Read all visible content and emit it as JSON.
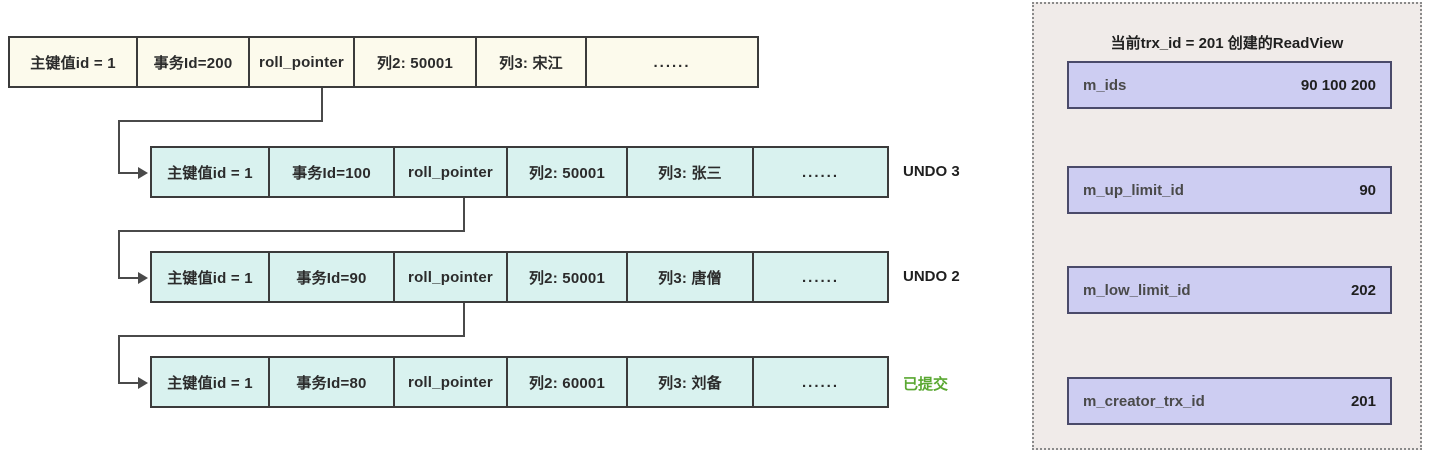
{
  "current_record": {
    "fill": "#fcfaec",
    "cells": [
      {
        "name": "primary-key",
        "text": "主键值id = 1",
        "width": 128
      },
      {
        "name": "trx-id",
        "text": "事务Id=200",
        "width": 112
      },
      {
        "name": "roll-pointer",
        "text": "roll_pointer",
        "width": 105
      },
      {
        "name": "column-2",
        "text": "列2: 50001",
        "width": 122
      },
      {
        "name": "column-3",
        "text": "列3: 宋江",
        "width": 110
      },
      {
        "name": "more",
        "text": "......",
        "width": 170
      }
    ]
  },
  "undo_records": [
    {
      "label": "UNDO 3",
      "label_kind": "undo",
      "cells": [
        {
          "name": "primary-key",
          "text": "主键值id = 1",
          "width": 118
        },
        {
          "name": "trx-id",
          "text": "事务Id=100",
          "width": 125
        },
        {
          "name": "roll-pointer",
          "text": "roll_pointer",
          "width": 113
        },
        {
          "name": "column-2",
          "text": "列2: 50001",
          "width": 120
        },
        {
          "name": "column-3",
          "text": "列3: 张三",
          "width": 126
        },
        {
          "name": "more",
          "text": "......",
          "width": 133
        }
      ]
    },
    {
      "label": "UNDO 2",
      "label_kind": "undo",
      "cells": [
        {
          "name": "primary-key",
          "text": "主键值id = 1",
          "width": 118
        },
        {
          "name": "trx-id",
          "text": "事务Id=90",
          "width": 125
        },
        {
          "name": "roll-pointer",
          "text": "roll_pointer",
          "width": 113
        },
        {
          "name": "column-2",
          "text": "列2: 50001",
          "width": 120
        },
        {
          "name": "column-3",
          "text": "列3: 唐僧",
          "width": 126
        },
        {
          "name": "more",
          "text": "......",
          "width": 133
        }
      ]
    },
    {
      "label": "已提交",
      "label_kind": "committed",
      "cells": [
        {
          "name": "primary-key",
          "text": "主键值id = 1",
          "width": 118
        },
        {
          "name": "trx-id",
          "text": "事务Id=80",
          "width": 125
        },
        {
          "name": "roll-pointer",
          "text": "roll_pointer",
          "width": 113
        },
        {
          "name": "column-2",
          "text": "列2: 60001",
          "width": 120
        },
        {
          "name": "column-3",
          "text": "列3: 刘备",
          "width": 126
        },
        {
          "name": "more",
          "text": "......",
          "width": 133
        }
      ]
    }
  ],
  "readview": {
    "title": "当前trx_id = 201 创建的ReadView",
    "fields": [
      {
        "key": "m_ids",
        "value": "90  100  200"
      },
      {
        "key": "m_up_limit_id",
        "value": "90"
      },
      {
        "key": "m_low_limit_id",
        "value": "202"
      },
      {
        "key": "m_creator_trx_id",
        "value": "201"
      }
    ]
  },
  "colors": {
    "current_row_fill": "#fcfaec",
    "undo_row_fill": "#d9f2ef",
    "row_border": "#3b3b3b",
    "connector": "#4a4a4a",
    "panel_bg": "#f0ebe9",
    "panel_border": "#8a8a8a",
    "field_fill": "#cdcdf2",
    "field_border": "#4a4a6a",
    "committed_green": "#5aa832"
  }
}
